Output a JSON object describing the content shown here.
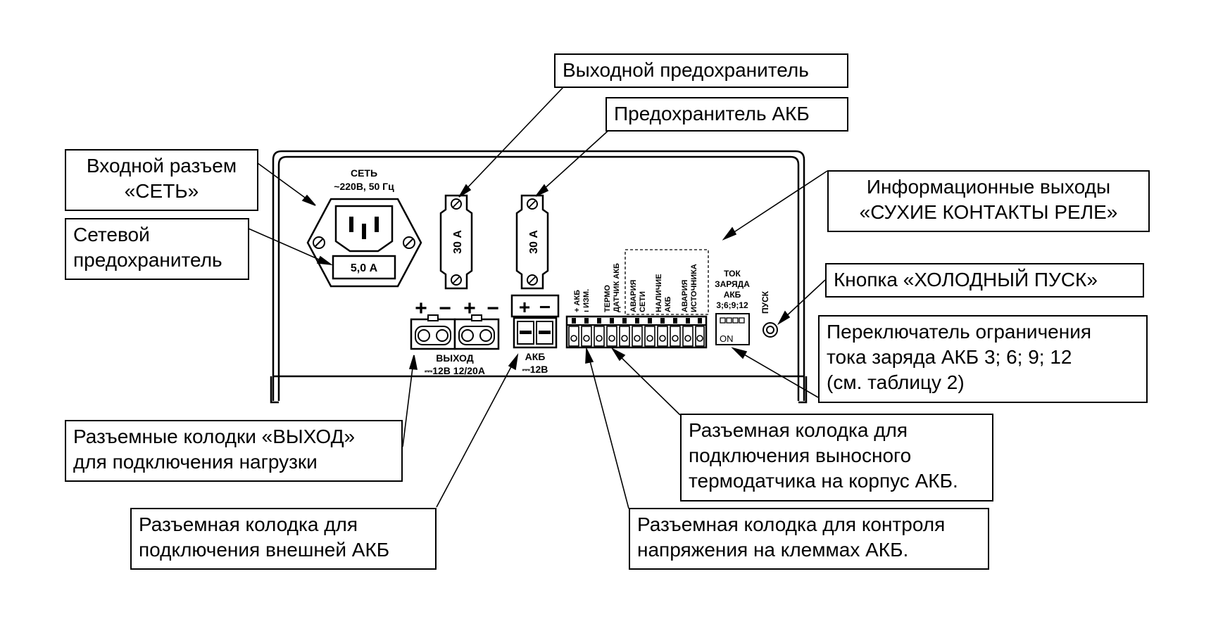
{
  "callouts": {
    "output_fuse": "Выходной предохранитель",
    "battery_fuse": "Предохранитель АКБ",
    "mains_socket": [
      "Входной разъем",
      "«СЕТЬ»"
    ],
    "mains_fuse": [
      "Сетевой",
      "предохранитель"
    ],
    "info_outputs": [
      "Информационные выходы",
      "«СУХИЕ КОНТАКТЫ РЕЛЕ»"
    ],
    "cold_start_button": "Кнопка «ХОЛОДНЫЙ ПУСК»",
    "charge_switch": [
      "Переключатель  ограничения",
      "тока заряда АКБ 3; 6; 9; 12",
      "(см. таблицу 2)"
    ],
    "output_terminals": [
      "Разъемные колодки «ВЫХОД»",
      "для подключения нагрузки"
    ],
    "thermo_terminal": [
      "Разъемная колодка для",
      "подключения выносного",
      "термодатчика на корпус АКБ."
    ],
    "battery_terminal": [
      "Разъемная колодка для",
      "подключения внешней АКБ"
    ],
    "voltage_terminal": [
      "Разъемная колодка для контроля",
      "напряжения на клеммах АКБ."
    ]
  },
  "panel": {
    "mains_title": "СЕТЬ",
    "mains_rating": "~220В, 50 Гц",
    "mains_fuse_rating": "5,0 А",
    "fuse1_rating": "30 А",
    "fuse2_rating": "30 А",
    "plus": "+",
    "minus": "−",
    "output_title": "ВЫХОД",
    "output_rating": "⎓12В 12/20А",
    "battery_title": "АКБ",
    "battery_rating": "⎓12В",
    "terminal_labels": {
      "akb_plus": "+ АКБ",
      "izm": "ı ИЗМ.",
      "thermo1": "ТЕРМО",
      "thermo2": "ДАТЧИК АКБ",
      "mains_fail1": "АВАРИЯ",
      "mains_fail2": "СЕТИ",
      "battery_presence1": "НАЛИЧИЕ",
      "battery_presence2": "АКБ",
      "source_fail1": "АВАРИЯ",
      "source_fail2": "ИСТОЧНИКА"
    },
    "charge_current": [
      "ТОК",
      "ЗАРЯДА",
      "АКБ",
      "3;6;9;12"
    ],
    "switch_on": "ON",
    "start_label": "ПУСК"
  }
}
